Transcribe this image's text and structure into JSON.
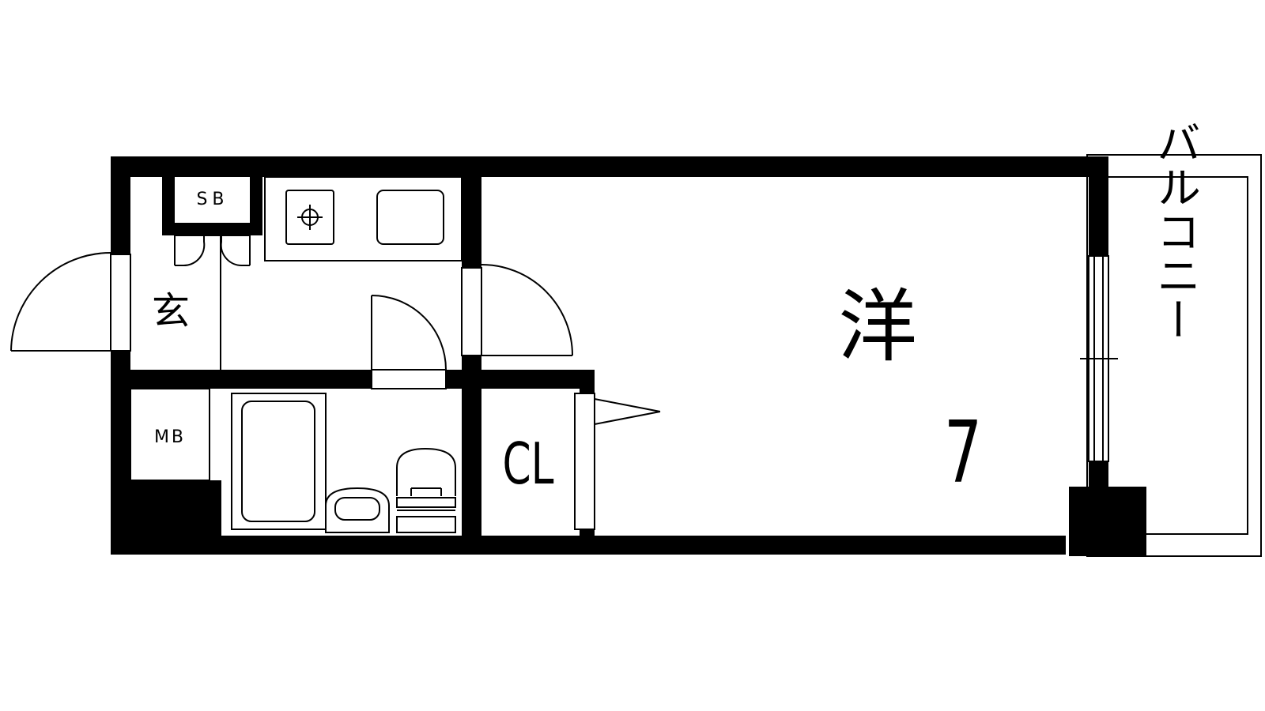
{
  "floorplan": {
    "labels": {
      "shoe_box": "SB",
      "entrance": "玄",
      "meter_box": "MB",
      "closet": "CL",
      "western_room": "洋",
      "room_size": "7",
      "balcony": "バルコニー"
    },
    "colors": {
      "wall": "#000000",
      "line": "#000000",
      "background": "#ffffff"
    },
    "icons": [
      "stove-burner-icon",
      "sink-icon",
      "bathtub-icon",
      "washbasin-icon",
      "toilet-icon"
    ]
  }
}
